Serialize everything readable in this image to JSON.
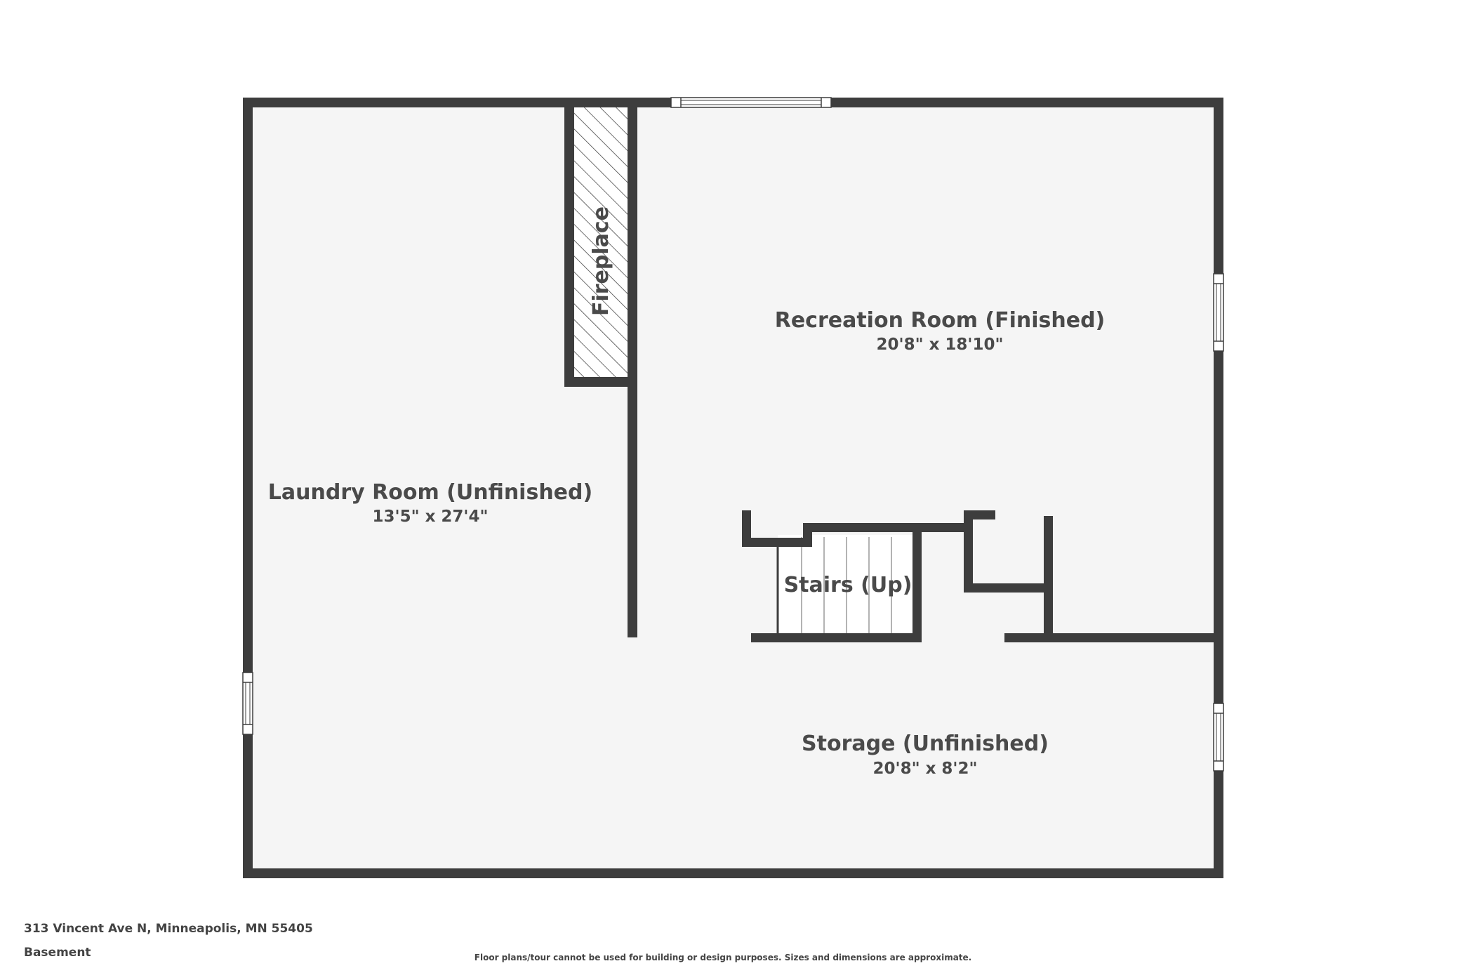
{
  "colors": {
    "wall": "#3d3d3d",
    "floor": "#f5f5f5",
    "background": "#ffffff",
    "text": "#4a4a4a"
  },
  "rooms": {
    "laundry": {
      "name": "Laundry Room (Unfinished)",
      "dimensions": "13'5\" x 27'4\""
    },
    "recreation": {
      "name": "Recreation Room (Finished)",
      "dimensions": "20'8\" x 18'10\""
    },
    "storage": {
      "name": "Storage (Unfinished)",
      "dimensions": "20'8\" x 8'2\""
    },
    "stairs": {
      "name": "Stairs (Up)"
    },
    "fireplace": {
      "name": "Fireplace"
    }
  },
  "footer": {
    "address": "313 Vincent Ave N, Minneapolis, MN 55405",
    "floor": "Basement",
    "disclaimer": "Floor plans/tour cannot be used for building or design purposes. Sizes and dimensions are approximate."
  }
}
